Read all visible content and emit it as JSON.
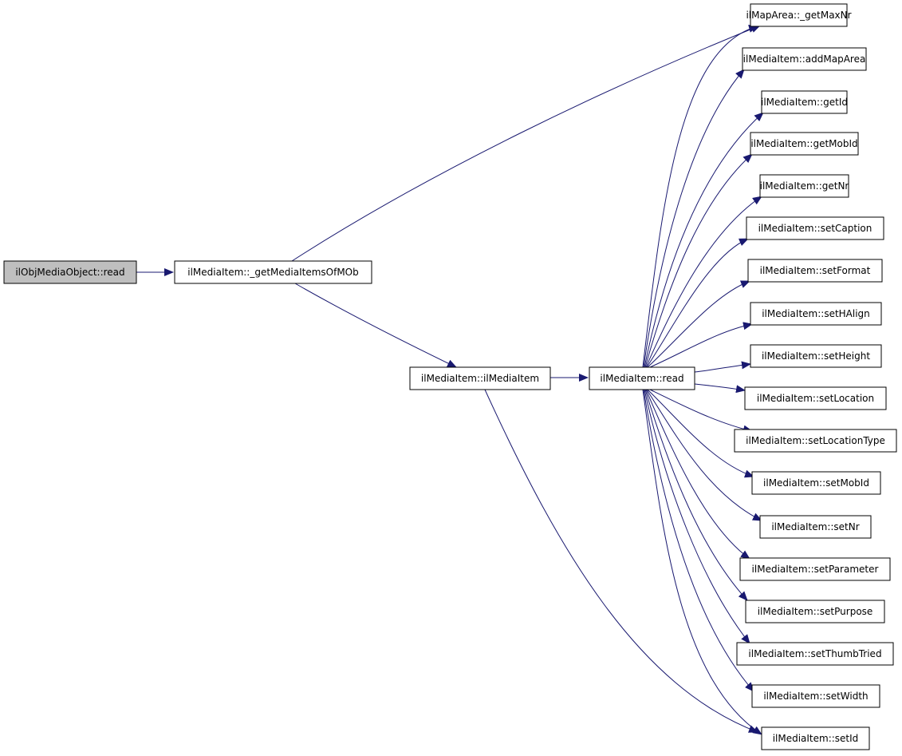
{
  "colors": {
    "edge": "#191970",
    "node_fill": "#ffffff",
    "root_fill": "#bfbfbf",
    "node_stroke": "#000000"
  },
  "nodes": [
    {
      "id": "root",
      "label": "ilObjMediaObject::read",
      "highlighted": true
    },
    {
      "id": "gmi",
      "label": "ilMediaItem::_getMediaItemsOfMOb"
    },
    {
      "id": "ctor",
      "label": "ilMediaItem::ilMediaItem"
    },
    {
      "id": "read",
      "label": "ilMediaItem::read"
    },
    {
      "id": "t0",
      "label": "ilMapArea::_getMaxNr"
    },
    {
      "id": "t1",
      "label": "ilMediaItem::addMapArea"
    },
    {
      "id": "t2",
      "label": "ilMediaItem::getId"
    },
    {
      "id": "t3",
      "label": "ilMediaItem::getMobId"
    },
    {
      "id": "t4",
      "label": "ilMediaItem::getNr"
    },
    {
      "id": "t5",
      "label": "ilMediaItem::setCaption"
    },
    {
      "id": "t6",
      "label": "ilMediaItem::setFormat"
    },
    {
      "id": "t7",
      "label": "ilMediaItem::setHAlign"
    },
    {
      "id": "t8",
      "label": "ilMediaItem::setHeight"
    },
    {
      "id": "t9",
      "label": "ilMediaItem::setLocation"
    },
    {
      "id": "t10",
      "label": "ilMediaItem::setLocationType"
    },
    {
      "id": "t11",
      "label": "ilMediaItem::setMobId"
    },
    {
      "id": "t12",
      "label": "ilMediaItem::setNr"
    },
    {
      "id": "t13",
      "label": "ilMediaItem::setParameter"
    },
    {
      "id": "t14",
      "label": "ilMediaItem::setPurpose"
    },
    {
      "id": "t15",
      "label": "ilMediaItem::setThumbTried"
    },
    {
      "id": "t16",
      "label": "ilMediaItem::setWidth"
    },
    {
      "id": "t17",
      "label": "ilMediaItem::setId"
    }
  ],
  "edges": [
    [
      "root",
      "gmi"
    ],
    [
      "gmi",
      "t0"
    ],
    [
      "gmi",
      "ctor"
    ],
    [
      "ctor",
      "read"
    ],
    [
      "ctor",
      "t17"
    ],
    [
      "read",
      "t0"
    ],
    [
      "read",
      "t1"
    ],
    [
      "read",
      "t2"
    ],
    [
      "read",
      "t3"
    ],
    [
      "read",
      "t4"
    ],
    [
      "read",
      "t5"
    ],
    [
      "read",
      "t6"
    ],
    [
      "read",
      "t7"
    ],
    [
      "read",
      "t8"
    ],
    [
      "read",
      "t9"
    ],
    [
      "read",
      "t10"
    ],
    [
      "read",
      "t11"
    ],
    [
      "read",
      "t12"
    ],
    [
      "read",
      "t13"
    ],
    [
      "read",
      "t14"
    ],
    [
      "read",
      "t15"
    ],
    [
      "read",
      "t16"
    ],
    [
      "read",
      "t17"
    ]
  ]
}
